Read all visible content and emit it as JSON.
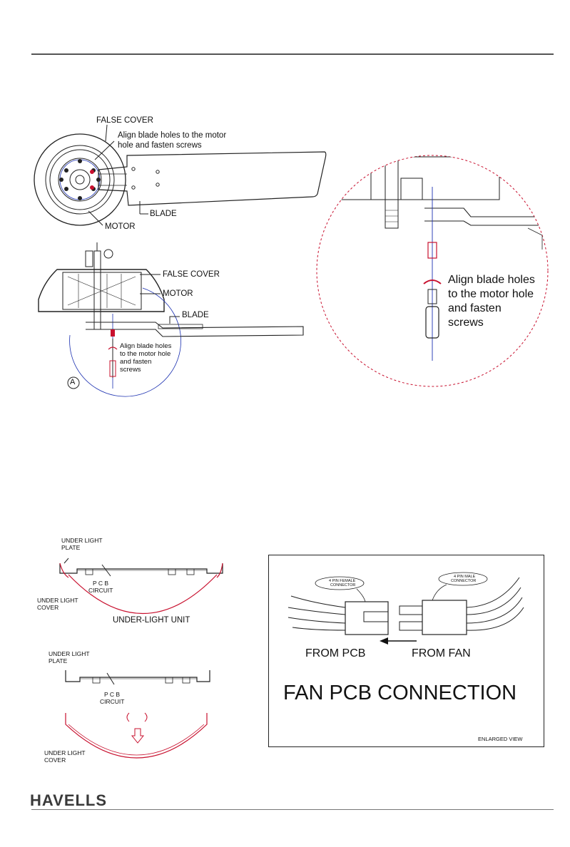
{
  "figure1": {
    "false_cover": "FALSE COVER",
    "align_note_line1": "Align blade holes to the motor",
    "align_note_line2": "hole and fasten screws",
    "blade": "BLADE",
    "motor": "MOTOR"
  },
  "figure2": {
    "false_cover": "FALSE COVER",
    "motor": "MOTOR",
    "blade": "BLADE",
    "align_note_lines": [
      "Align blade holes",
      "to the motor hole",
      "and fasten",
      "screws"
    ],
    "marker": "A"
  },
  "enlarged": {
    "align_note_lines": [
      "Align blade holes",
      "to the motor hole",
      "and fasten",
      "screws"
    ]
  },
  "underlight_top": {
    "plate_line1": "UNDER LIGHT",
    "plate_line2": "PLATE",
    "pcb_line1": "P C B",
    "pcb_line2": "CIRCUIT",
    "cover_line1": "UNDER LIGHT",
    "cover_line2": "COVER",
    "caption": "UNDER-LIGHT UNIT"
  },
  "underlight_bottom": {
    "plate_line1": "UNDER LIGHT",
    "plate_line2": "PLATE",
    "pcb_line1": "P C B",
    "pcb_line2": "CIRCUIT",
    "cover_line1": "UNDER LIGHT",
    "cover_line2": "COVER"
  },
  "connection": {
    "female_line1": "4 PIN FEMALE",
    "female_line2": "CONNECTOR",
    "male_line1": "4 PIN MALE",
    "male_line2": "CONNECTOR",
    "from_pcb": "FROM PCB",
    "from_fan": "FROM FAN",
    "title": "FAN PCB CONNECTION",
    "enlarged_view": "ENLARGED VIEW"
  },
  "footer": {
    "brand": "HAVELLS"
  },
  "colors": {
    "accent_red": "#c8102e",
    "guide_blue": "#1a2fb0",
    "line": "#222222"
  }
}
